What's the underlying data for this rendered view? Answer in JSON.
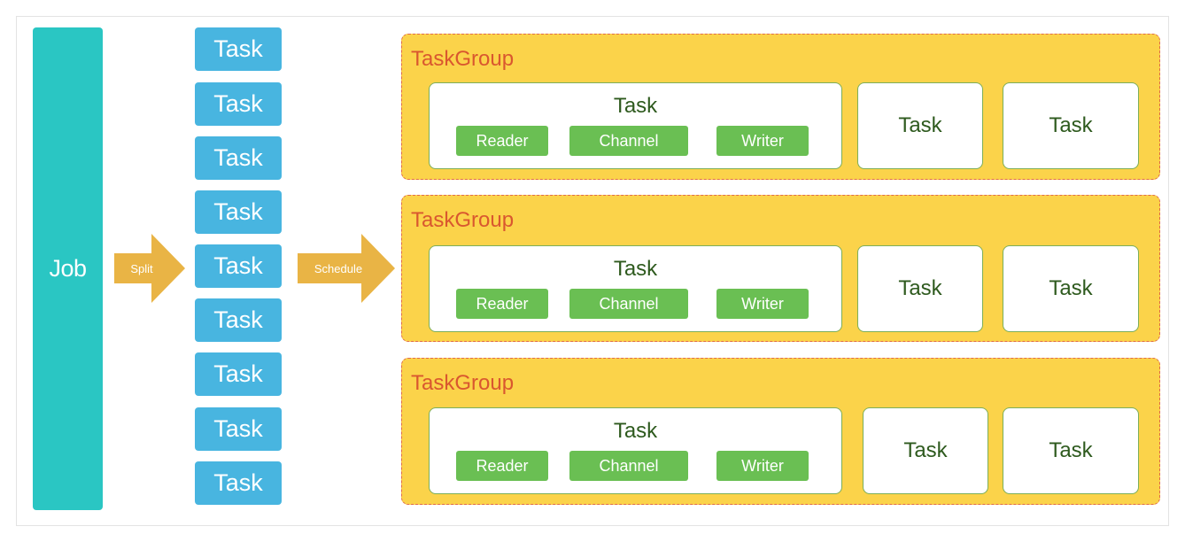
{
  "colors": {
    "job": "#2ac6c3",
    "task_chip": "#48b5e0",
    "arrow": "#e9b445",
    "group_fill": "#fbd34a",
    "group_border": "#e06b4a",
    "group_title": "#d9572f",
    "subcomponent": "#6abf53",
    "task_text": "#2e5a1e"
  },
  "job": {
    "label": "Job"
  },
  "arrows": {
    "split_label": "Split",
    "schedule_label": "Schedule"
  },
  "tasks": [
    "Task",
    "Task",
    "Task",
    "Task",
    "Task",
    "Task",
    "Task",
    "Task",
    "Task"
  ],
  "task_groups": [
    {
      "title": "TaskGroup",
      "main_task": {
        "label": "Task",
        "reader": "Reader",
        "channel": "Channel",
        "writer": "Writer"
      },
      "extra_tasks": [
        "Task",
        "Task"
      ]
    },
    {
      "title": "TaskGroup",
      "main_task": {
        "label": "Task",
        "reader": "Reader",
        "channel": "Channel",
        "writer": "Writer"
      },
      "extra_tasks": [
        "Task",
        "Task"
      ]
    },
    {
      "title": "TaskGroup",
      "main_task": {
        "label": "Task",
        "reader": "Reader",
        "channel": "Channel",
        "writer": "Writer"
      },
      "extra_tasks": [
        "Task",
        "Task"
      ]
    }
  ]
}
